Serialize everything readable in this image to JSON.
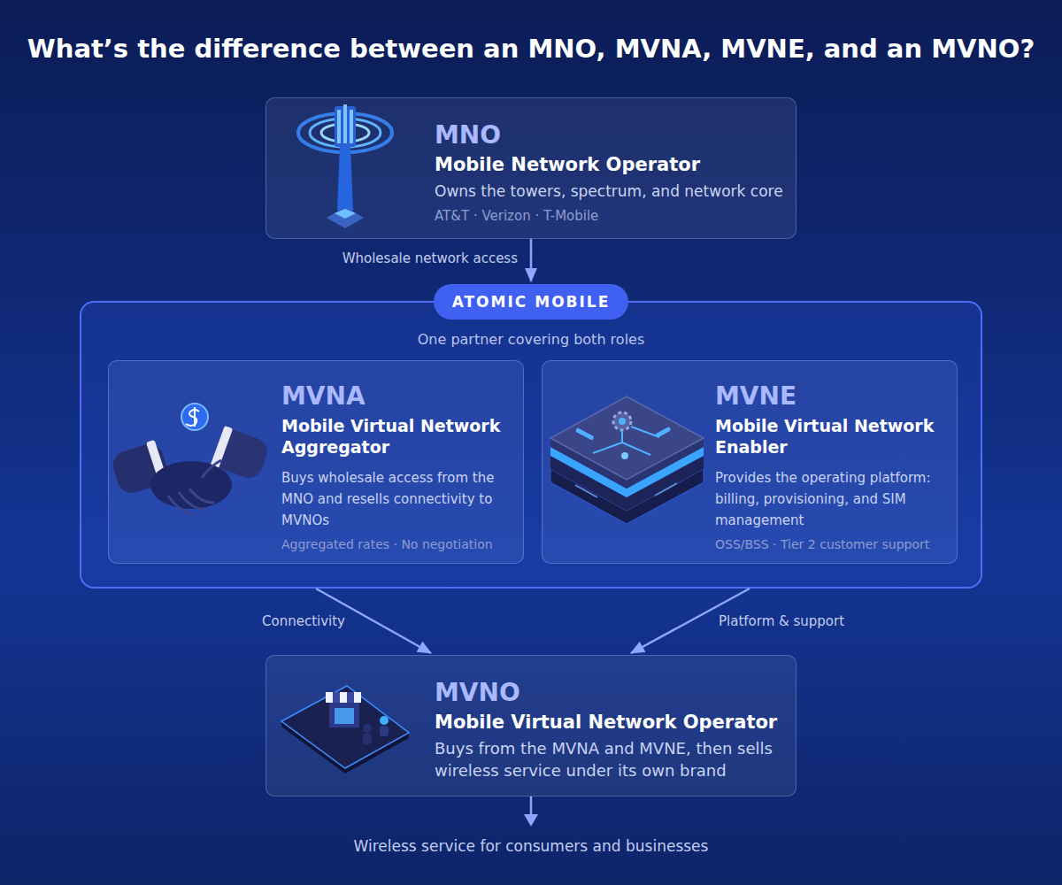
{
  "diagram": {
    "title": "What’s the difference between an MNO, MVNA, MVNE, and an MVNO?",
    "nodes": [
      {
        "text": [
          "MNO",
          "Mobile Network Operator",
          "Owns the towers, spectrum, and network core",
          "AT&T · Verizon · T-Mobile"
        ]
      },
      {
        "text": [
          "ATOMIC MOBILE",
          "One partner covering both roles"
        ]
      },
      {
        "text": [
          "MVNA",
          "Mobile Virtual Network Aggregator",
          "Buys wholesale access from the MNO and resells connectivity to MVNOs",
          "Aggregated rates · No negotiation"
        ],
        "in": 1
      },
      {
        "text": [
          "MVNE",
          "Mobile Virtual Network Enabler",
          "Provides the operating platform: billing, provisioning, and SIM management",
          "OSS/BSS · Tier 2 customer support"
        ],
        "in": 1
      },
      {
        "text": [
          "MVNO",
          "Mobile Virtual Network Operator",
          "Buys from the MVNA and MVNE, then sells wireless service under its own brand"
        ]
      }
    ],
    "edges": [
      {
        "from": 0,
        "to": 1,
        "label": "Wholesale network access",
        "arrow": "to"
      },
      {
        "from": 2,
        "to": 4,
        "label": "Connectivity",
        "arrow": "to"
      },
      {
        "from": 3,
        "to": 4,
        "label": "Platform & support",
        "arrow": "to"
      }
    ],
    "labels": [
      "Wireless service for consumers and businesses"
    ]
  }
}
